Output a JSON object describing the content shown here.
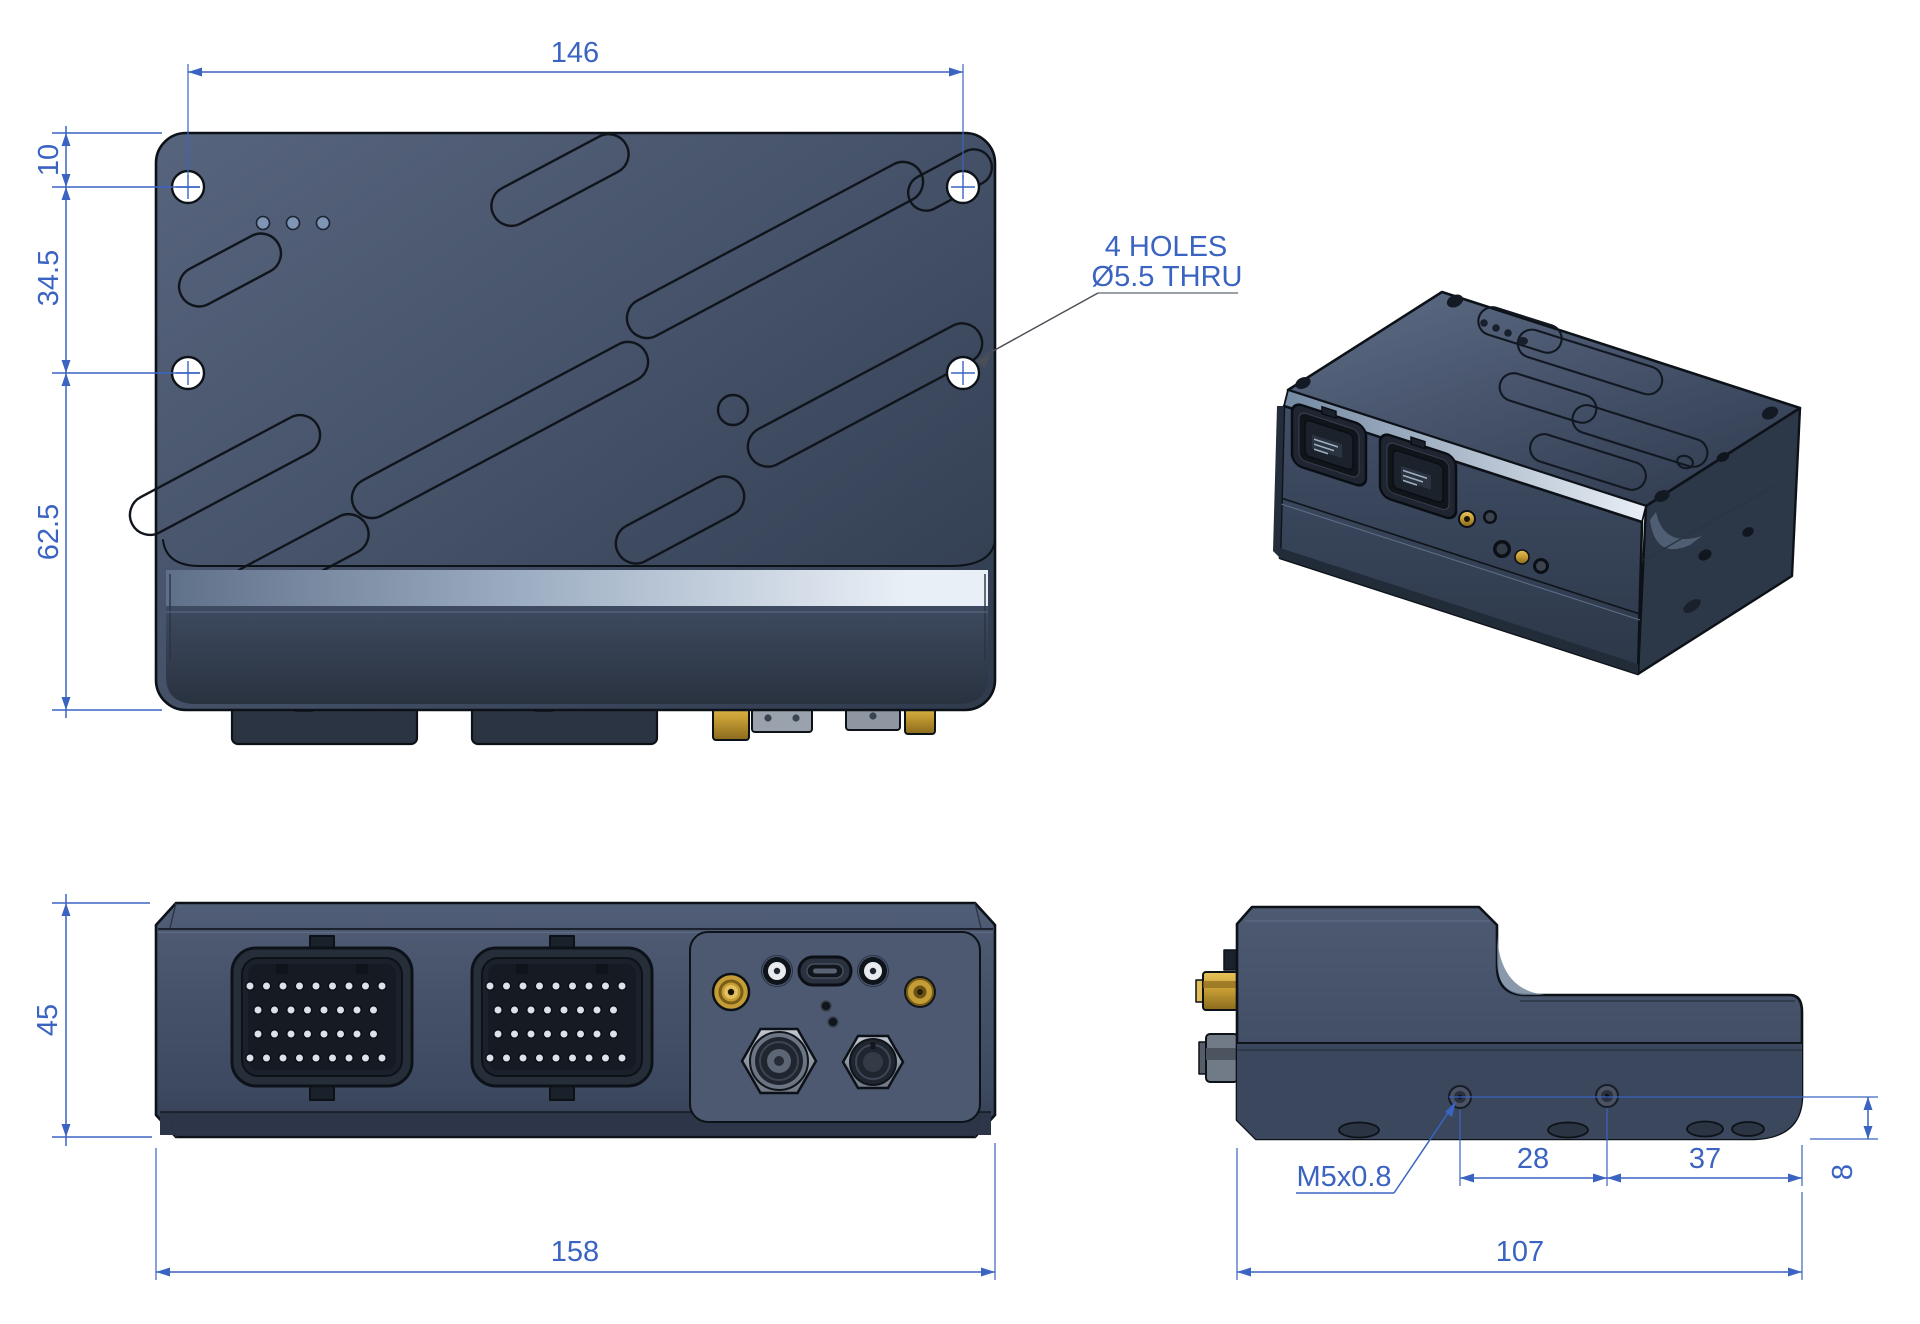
{
  "colors": {
    "dimension_blue": "#3a63c2",
    "body_base": "#47536a",
    "body_dark": "#2e3949",
    "highlight_band": "#e9eff6",
    "gold": "#c89f35",
    "outline": "#0d1218",
    "background": "#ffffff"
  },
  "dims": {
    "top_width": "146",
    "hole_top_offset": "10",
    "hole_row_spacing": "34.5",
    "hole_bottom_span": "62.5",
    "front_height": "45",
    "front_width": "158",
    "side_depth": "107",
    "side_hole_spacing": "28",
    "side_hole_to_edge": "37",
    "side_hole_height": "8"
  },
  "callouts": {
    "holes_note_line1": "4 HOLES",
    "holes_note_line2": "Ø5.5 THRU",
    "thread_note": "M5x0.8"
  }
}
